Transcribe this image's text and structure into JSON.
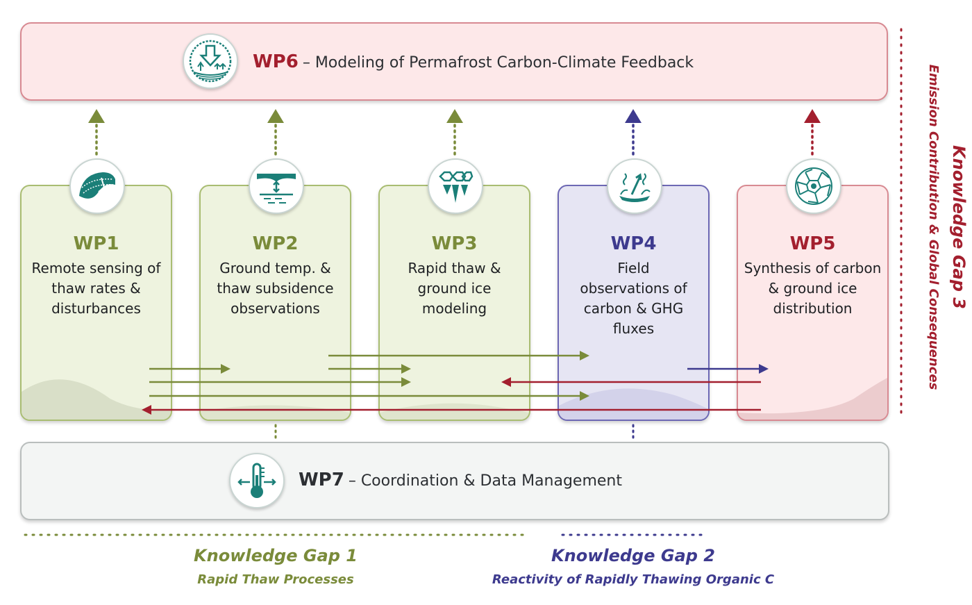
{
  "wp6": {
    "code": "WP6",
    "title": "– Modeling of Permafrost Carbon-Climate Feedback",
    "icon": "carbon-climate-feedback-icon"
  },
  "packages": [
    {
      "code": "WP1",
      "desc": "Remote sensing of thaw rates & disturbances",
      "icon": "remote-sensing-terrain-icon",
      "theme": "green"
    },
    {
      "code": "WP2",
      "desc": "Ground temp. & thaw subsidence observations",
      "icon": "ground-subsidence-icon",
      "theme": "green"
    },
    {
      "code": "WP3",
      "desc": "Rapid thaw & ground ice modeling",
      "icon": "ice-wedge-polygons-icon",
      "theme": "green"
    },
    {
      "code": "WP4",
      "desc": "Field observations of carbon & GHG fluxes",
      "icon": "flux-chamber-icon",
      "theme": "blue"
    },
    {
      "code": "WP5",
      "desc": "Synthesis of carbon & ground ice distribution",
      "icon": "polygon-network-icon",
      "theme": "red"
    }
  ],
  "wp7": {
    "code": "WP7",
    "title": "– Coordination & Data Management",
    "icon": "thermometer-icon"
  },
  "gaps": [
    {
      "title": "Knowledge Gap 1",
      "subtitle": "Rapid Thaw Processes"
    },
    {
      "title": "Knowledge Gap 2",
      "subtitle": "Reactivity of Rapidly Thawing Organic C"
    },
    {
      "title": "Knowledge Gap 3",
      "subtitle": "Emission Contribution & Global Consequences"
    }
  ],
  "colors": {
    "green": "#7a8b3a",
    "blue": "#3d3a8e",
    "red": "#a31f2e",
    "teal": "#1b7f78",
    "dark": "#2c2f33"
  }
}
